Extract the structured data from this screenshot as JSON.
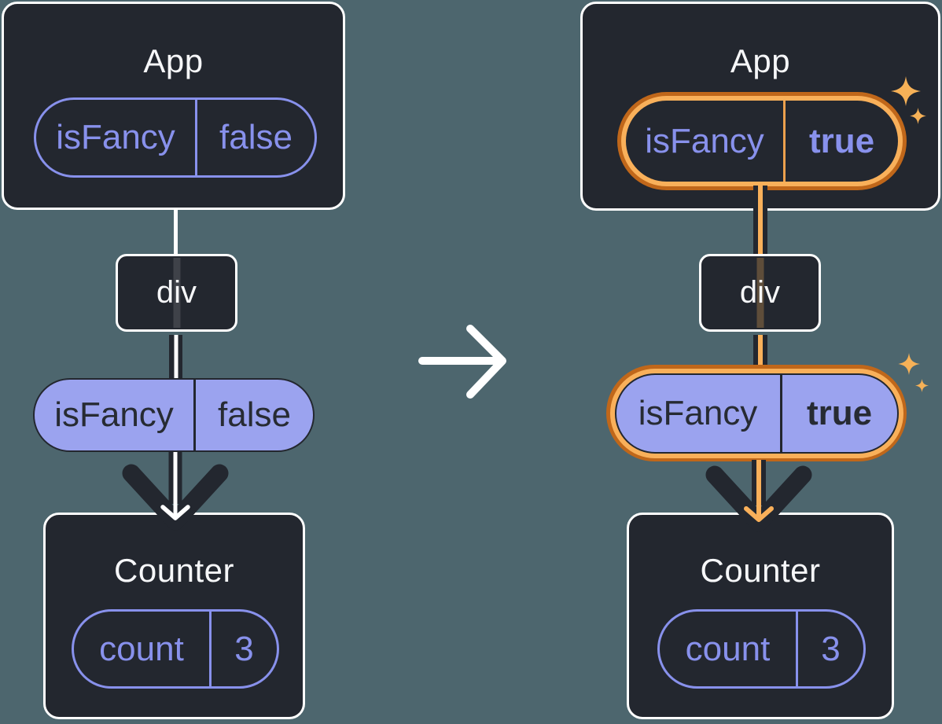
{
  "canvas": {
    "background": "#4D666E"
  },
  "colors": {
    "card_bg": "#23272F",
    "card_border": "#FFFFFF",
    "purple_outline": "#8891EC",
    "purple_fill": "#9BA3EF",
    "dark_text": "#272B33",
    "orange_light": "#F9B05A",
    "orange_deep": "#C0671A",
    "sparkle": "#F6B157",
    "white_line": "#FFFFFF"
  },
  "icons": {
    "transition_arrow": "right-arrow",
    "sparkle": "four-point-star",
    "flow_arrow": "down-chevron-arrow"
  },
  "before": {
    "app": {
      "title": "App",
      "prop_name": "isFancy",
      "prop_value": "false"
    },
    "div": {
      "label": "div"
    },
    "passed": {
      "prop_name": "isFancy",
      "prop_value": "false"
    },
    "counter": {
      "title": "Counter",
      "state_name": "count",
      "state_value": "3"
    }
  },
  "after": {
    "app": {
      "title": "App",
      "prop_name": "isFancy",
      "prop_value": "true"
    },
    "div": {
      "label": "div"
    },
    "passed": {
      "prop_name": "isFancy",
      "prop_value": "true"
    },
    "counter": {
      "title": "Counter",
      "state_name": "count",
      "state_value": "3"
    }
  }
}
